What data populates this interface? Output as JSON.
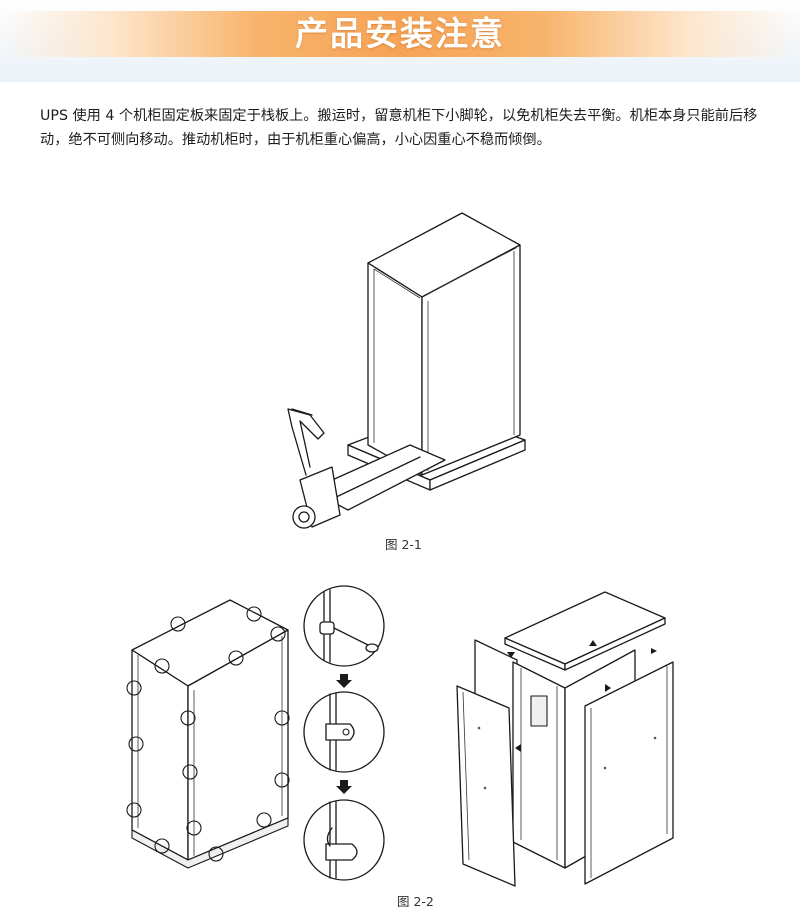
{
  "header": {
    "title": "产品安装注意"
  },
  "body": {
    "paragraph": "UPS 使用 4 个机柜固定板来固定于栈板上。搬运时，留意机柜下小脚轮，以免机柜失去平衡。机柜本身只能前后移动，绝不可侧向移动。推动机柜时，由于机柜重心偏高，小心因重心不稳而倾倒。"
  },
  "figures": {
    "fig1": {
      "caption": "图 2-1"
    },
    "fig2": {
      "caption": "图 2-2"
    }
  },
  "colors": {
    "banner_orange": "#f6a356",
    "banner_light": "#fde6cc",
    "title_text": "#ffffff",
    "body_text": "#1d1d1d"
  }
}
